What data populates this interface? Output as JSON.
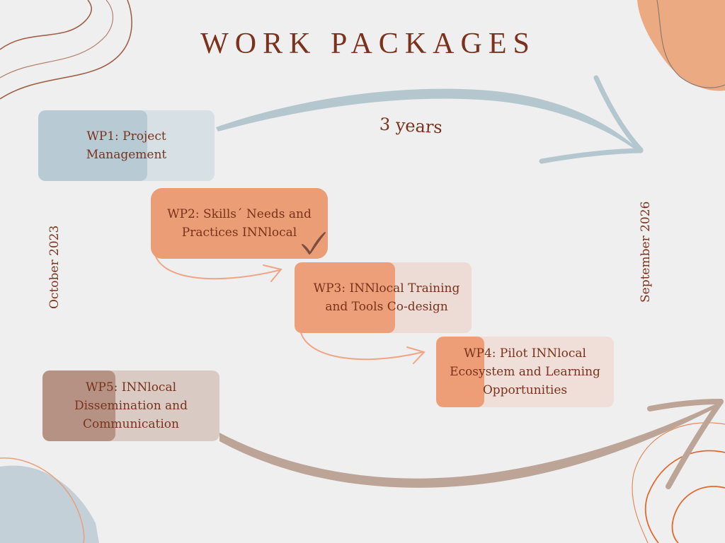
{
  "title": "WORK PACKAGES",
  "duration": "3 years",
  "start_date": "October 2023",
  "end_date": "September 2026",
  "work_packages": [
    {
      "id": "wp1",
      "label": "WP1: Project\nManagement"
    },
    {
      "id": "wp2",
      "label": "WP2: Skills´ Needs and\nPractices INNlocal",
      "completed": true
    },
    {
      "id": "wp3",
      "label": "WP3: INNlocal Training\nand Tools Co-design"
    },
    {
      "id": "wp4",
      "label": "WP4: Pilot INNlocal\nEcosystem and Learning\nOpportunities"
    },
    {
      "id": "wp5",
      "label": "WP5: INNlocal\nDissemination and\nCommunication"
    }
  ],
  "colors": {
    "title": "#7a321c",
    "wp1_solid": "#b8cad4",
    "wp1_light": "#d6e0e5",
    "wp2": "#eb9d75",
    "wp3_solid": "#ec9f78",
    "wp3_light": "#ecdcd5",
    "wp4_solid": "#ed9e76",
    "wp4_light": "#efdfd8",
    "wp5_solid": "#b59283",
    "wp5_light": "#d9cbc4",
    "arrow_blue": "#b4c7cf",
    "arrow_brown": "#bca497",
    "arrow_orange": "#efa585",
    "blob_peach": "#ecaa82",
    "blob_blue": "#c3d0d8"
  }
}
